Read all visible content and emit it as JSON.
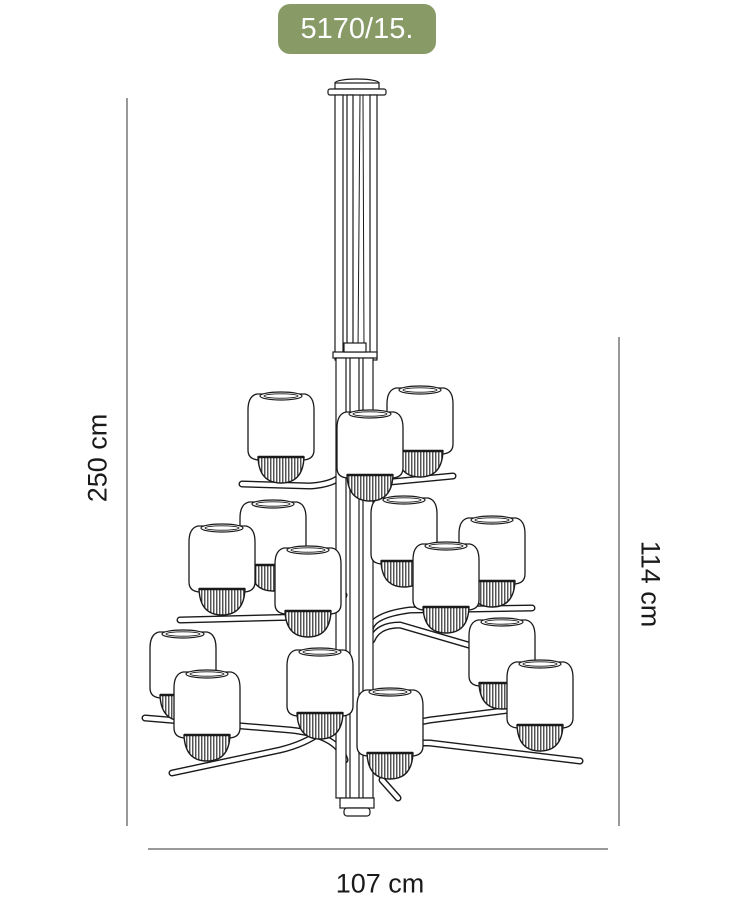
{
  "product": {
    "code": "5170/15."
  },
  "dimensions": {
    "height_label": "250 cm",
    "drop_label": "114 cm",
    "width_label": "107 cm"
  },
  "colors": {
    "badge": "#889a66",
    "line": "#1a1a1a",
    "dimension_line": "#333333"
  },
  "lamp_count": 15
}
